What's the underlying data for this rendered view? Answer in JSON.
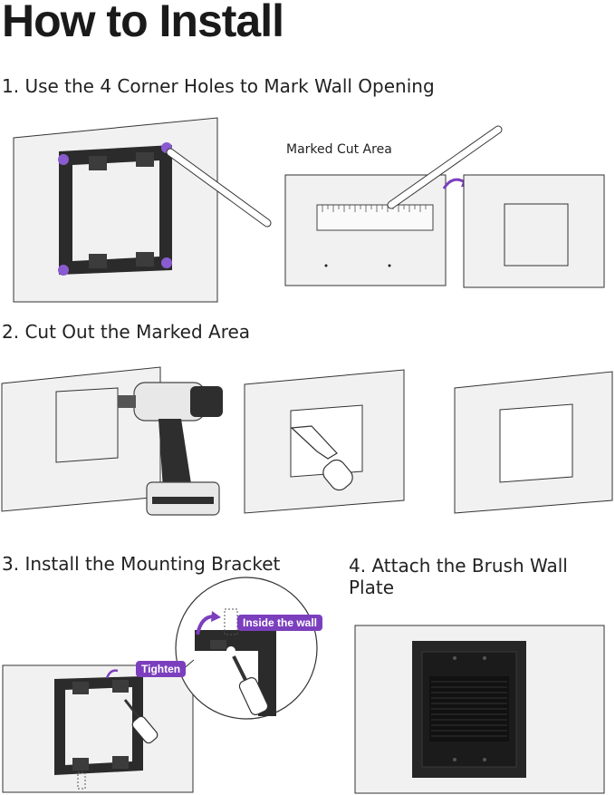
{
  "page": {
    "title": "How to Install",
    "steps": [
      {
        "label": "1. Use the 4 Corner Holes to Mark Wall Opening"
      },
      {
        "label": "2. Cut Out the Marked Area"
      },
      {
        "label": "3. Install the Mounting Bracket"
      },
      {
        "label": "4. Attach the Brush Wall Plate"
      }
    ],
    "annotations": {
      "marked_cut_area": "Marked Cut Area",
      "tighten": "Tighten",
      "inside_the_wall": "Inside the wall"
    },
    "colors": {
      "accent": "#7b3fbe",
      "bracket": "#2b2b2b",
      "wall": "#f1f1f1"
    }
  }
}
